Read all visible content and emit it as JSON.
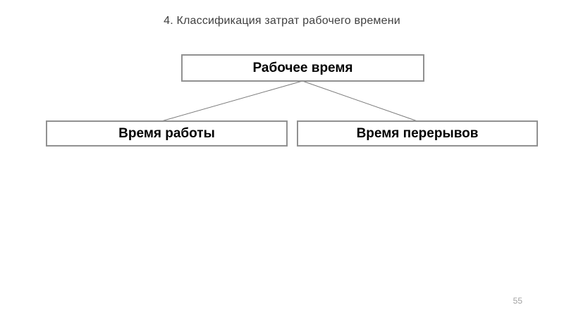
{
  "slide": {
    "title": "4. Классификация затрат рабочего времени",
    "page_number": "55",
    "background_color": "#ffffff",
    "title_text_color": "#3f3f3f",
    "page_number_color": "#a3a3a3"
  },
  "diagram": {
    "type": "hierarchy-tree",
    "root": {
      "label": "Рабочее время"
    },
    "children": [
      {
        "label": "Время работы"
      },
      {
        "label": "Время перерывов"
      }
    ],
    "box_fill_color": "#ffffff",
    "box_border_color": "#919191",
    "box_text_color": "#000000",
    "connector_color": "#7a7a7a"
  }
}
